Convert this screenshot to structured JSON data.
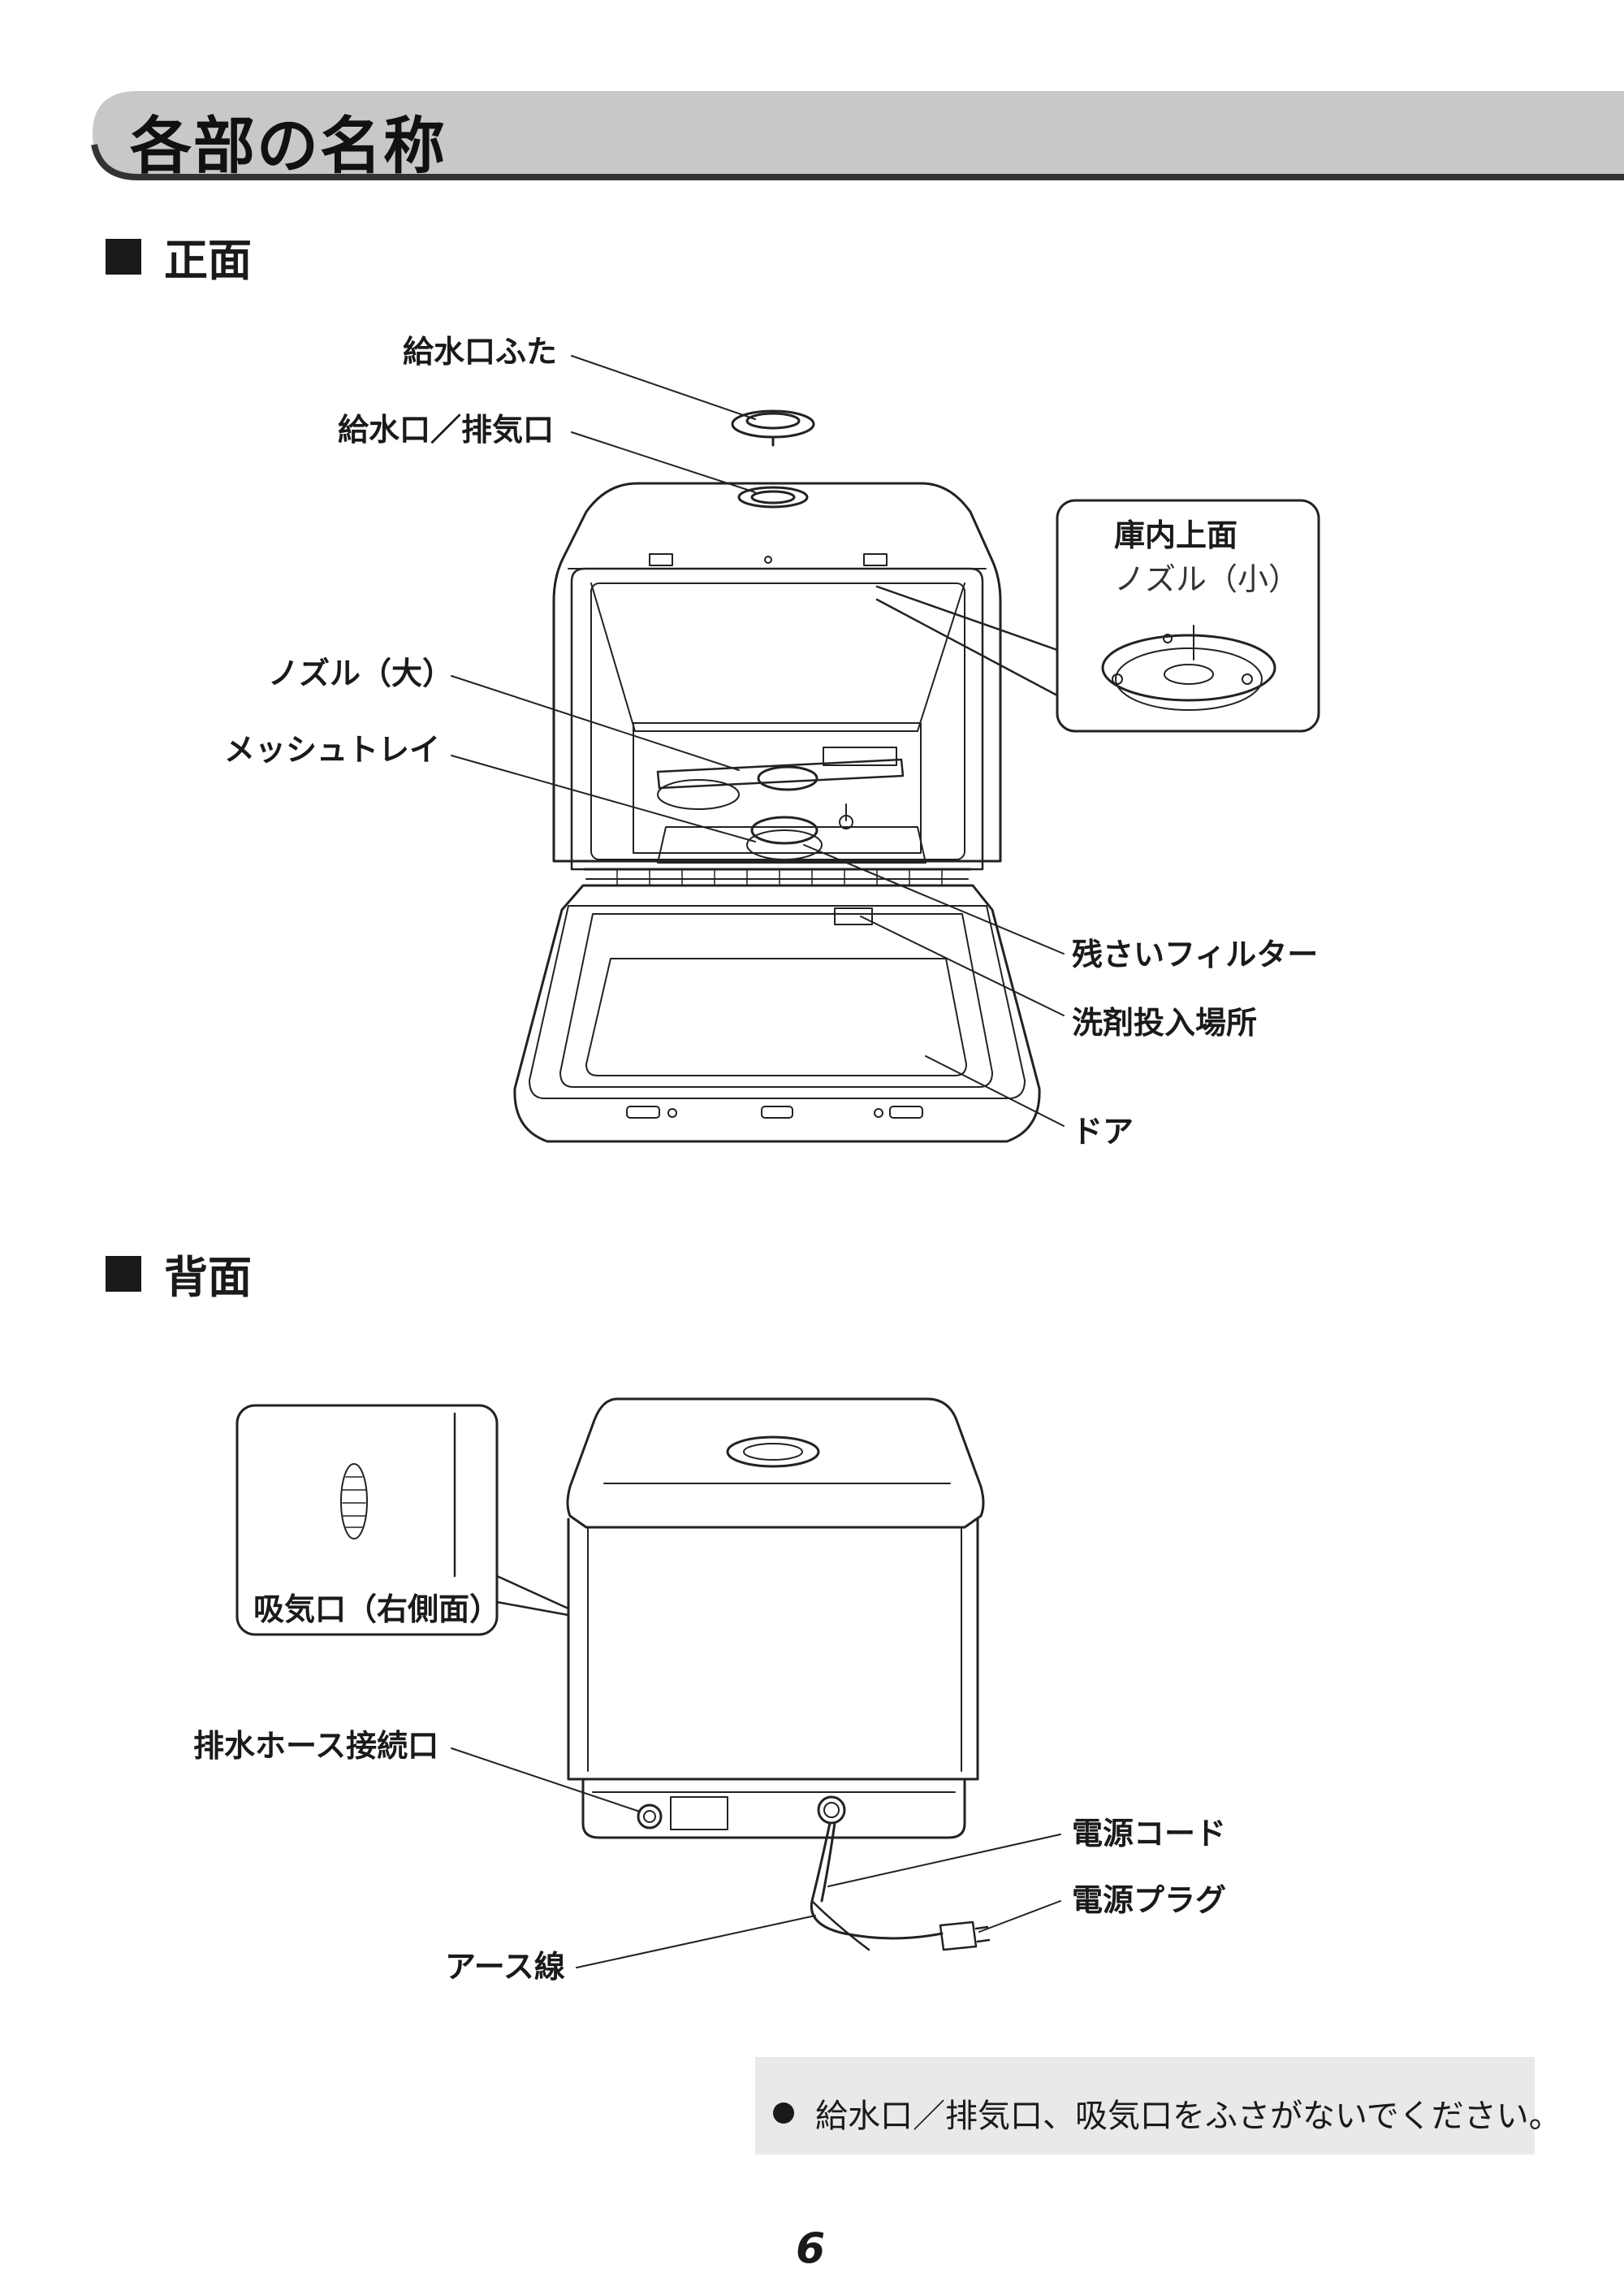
{
  "page": {
    "title": "各部の名称",
    "page_number": "6"
  },
  "front": {
    "heading": "正面",
    "labels": {
      "water_inlet_cap": "給水口ふた",
      "water_inlet_exhaust": "給水口／排気口",
      "nozzle_large": "ノズル（大）",
      "mesh_tray": "メッシュトレイ",
      "residue_filter": "残さいフィルター",
      "detergent_place": "洗剤投入場所",
      "door": "ドア"
    },
    "inset": {
      "title": "庫内上面",
      "caption": "ノズル（小）"
    }
  },
  "back": {
    "heading": "背面",
    "labels": {
      "drain_hose_connector": "排水ホース接続口",
      "power_cord": "電源コード",
      "power_plug": "電源プラグ",
      "ground_wire": "アース線"
    },
    "inset": {
      "caption": "吸気口（右側面）"
    }
  },
  "note": {
    "text": "給水口／排気口、吸気口をふさがないでください。"
  },
  "colors": {
    "title_bar": "#c8c8c8",
    "title_bar_edge": "#333333",
    "note_bg": "#e9e9e9",
    "ink": "#1a1a1a"
  }
}
